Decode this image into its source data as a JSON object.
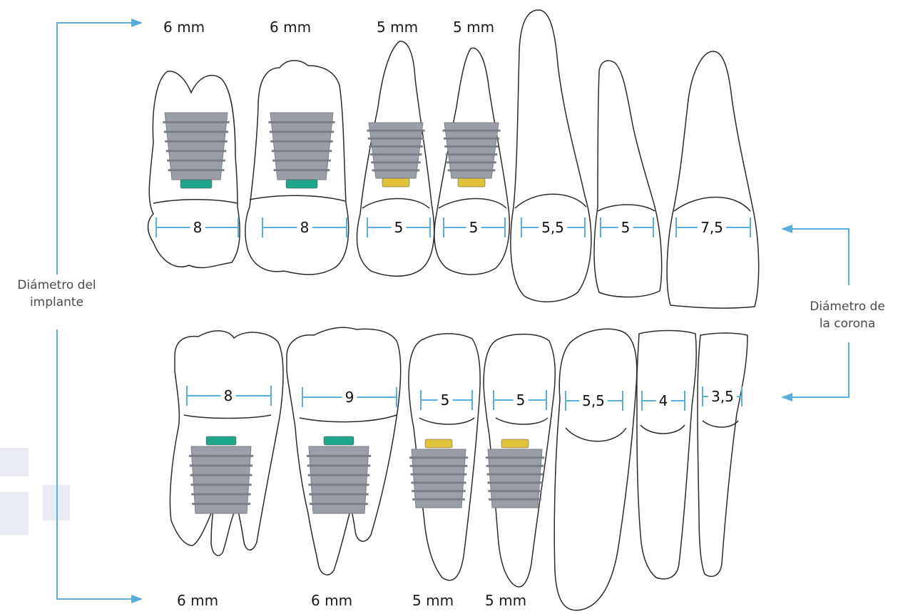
{
  "implant_label_left": "Diámetro del implante",
  "implant_label_left_lines": [
    "Diámetro del",
    "implante"
  ],
  "crown_label_right_lines": [
    "Diámetro de",
    "la corona"
  ],
  "upper_implants": [
    "6 mm",
    "6 mm",
    "5 mm",
    "5 mm"
  ],
  "lower_implants": [
    "6 mm",
    "6 mm",
    "5 mm",
    "5 mm"
  ],
  "upper_crowns": [
    "8",
    "8",
    "5",
    "5",
    "5,5",
    "5",
    "7,5"
  ],
  "lower_crowns": [
    "8",
    "9",
    "5",
    "5",
    "5,5",
    "4",
    "3,5"
  ],
  "colors": {
    "arrow": "#5aaedc",
    "outline": "#2a2a2a",
    "implant_body": "#9a9ea6",
    "implant_cap_green": "#1fa58a",
    "implant_cap_gold": "#e0c23a",
    "watermark": "#e9ebf3"
  }
}
